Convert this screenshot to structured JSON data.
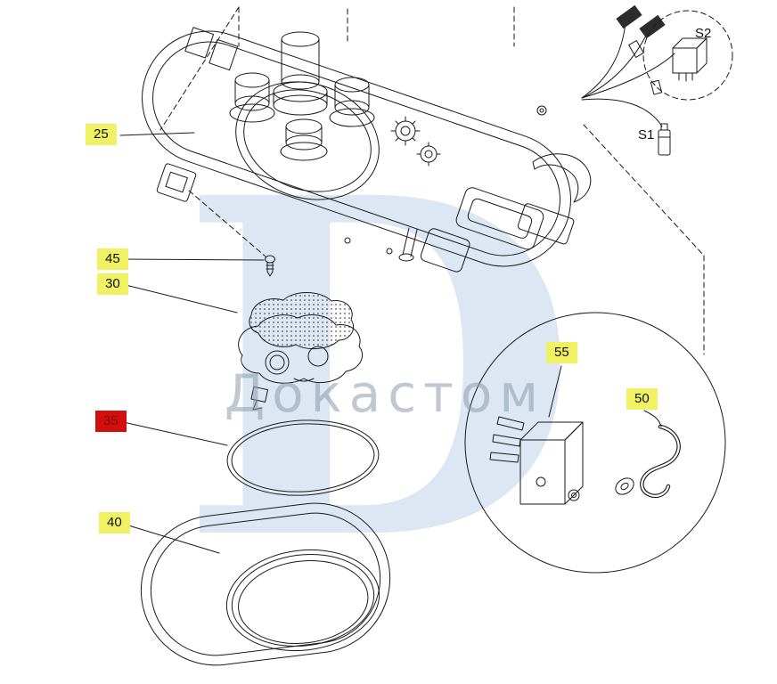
{
  "watermark": {
    "letter": "D",
    "text": "Докастом"
  },
  "labels": {
    "part25": "25",
    "part30": "30",
    "part35": "35",
    "part40": "40",
    "part45": "45",
    "part50": "50",
    "part55": "55",
    "s1": "S1",
    "s2": "S2"
  },
  "colors": {
    "label_bg_yellow": "#f1f263",
    "label_bg_red": "#d40e0e",
    "label_text": "#111111",
    "label_text_red": "#7e0d0d",
    "line": "#1a1a1a",
    "watermark_letter": "#dce7f3",
    "watermark_text": "#8d9aab"
  }
}
